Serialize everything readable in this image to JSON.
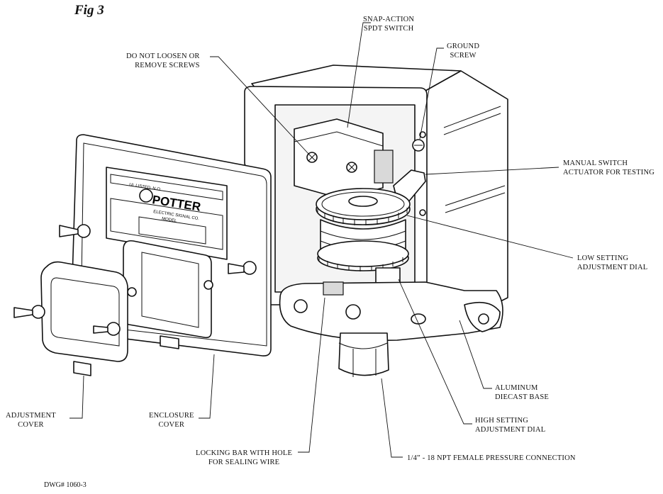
{
  "figure": {
    "title": "Fig 3",
    "drawing_number": "DWG# 1060-3"
  },
  "nameplate": {
    "line1": "UL LISTED, N.O.",
    "brand": "POTTER",
    "line2": "ELECTRIC SIGNAL CO.",
    "line3": "MODEL"
  },
  "labels": {
    "snap_action": [
      "SNAP-ACTION",
      "SPDT SWITCH"
    ],
    "ground_screw": [
      "GROUND",
      "SCREW"
    ],
    "do_not_loosen": [
      "DO NOT LOOSEN OR",
      "REMOVE SCREWS"
    ],
    "manual_switch": [
      "MANUAL SWITCH",
      "ACTUATOR FOR TESTING"
    ],
    "low_setting": [
      "LOW SETTING",
      "ADJUSTMENT DIAL"
    ],
    "aluminum_base": [
      "ALUMINUM",
      "DIECAST BASE"
    ],
    "high_setting": [
      "HIGH SETTING",
      "ADJUSTMENT DIAL"
    ],
    "adjustment_cover": [
      "ADJUSTMENT",
      "COVER"
    ],
    "enclosure_cover": [
      "ENCLOSURE",
      "COVER"
    ],
    "locking_bar": [
      "LOCKING BAR WITH HOLE",
      "FOR SEALING WIRE"
    ],
    "pressure_connection": [
      "1/4” - 18 NPT FEMALE PRESSURE CONNECTION"
    ]
  }
}
